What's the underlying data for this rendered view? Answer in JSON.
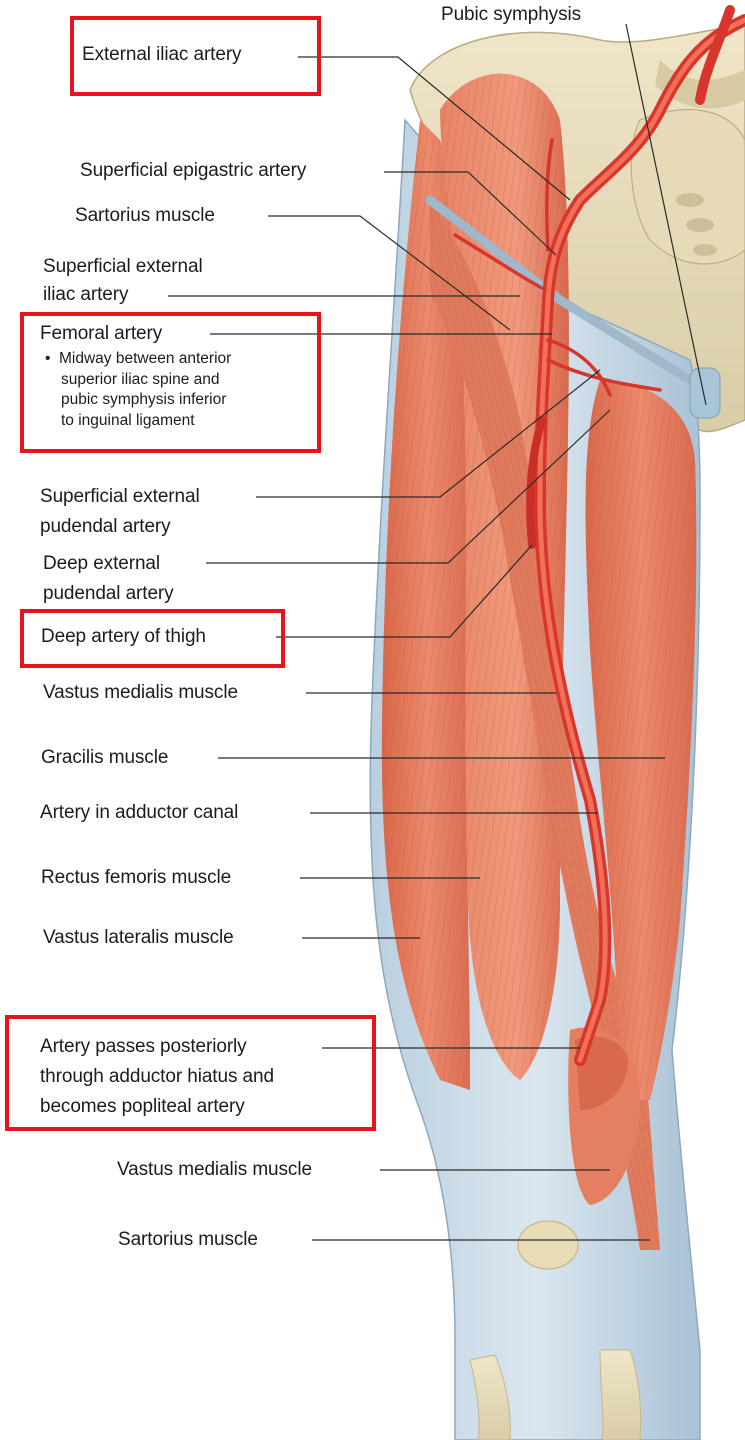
{
  "highlight_color": "#e8141b",
  "labels": {
    "pubic_symphysis": "Pubic symphysis",
    "external_iliac_artery": "External iliac artery",
    "superficial_epigastric_artery": "Superficial epigastric artery",
    "sartorius_muscle_top": "Sartorius muscle",
    "superficial_external_iliac_artery": [
      "Superficial external",
      "iliac artery"
    ],
    "femoral_artery": "Femoral artery",
    "femoral_artery_note": [
      "Midway between anterior",
      "superior iliac spine and",
      "pubic symphysis inferior",
      "to inguinal ligament"
    ],
    "superficial_external_pudendal_artery": [
      "Superficial external",
      "pudendal artery"
    ],
    "deep_external_pudendal_artery": [
      "Deep external",
      "pudendal artery"
    ],
    "deep_artery_of_thigh": "Deep artery of thigh",
    "vastus_medialis_muscle_upper": "Vastus medialis muscle",
    "gracilis_muscle": "Gracilis muscle",
    "artery_in_adductor_canal": "Artery in adductor canal",
    "rectus_femoris_muscle": "Rectus femoris muscle",
    "vastus_lateralis_muscle": "Vastus lateralis muscle",
    "artery_passes_posteriorly": [
      "Artery passes posteriorly",
      "through adductor hiatus and",
      "becomes popliteal artery"
    ],
    "vastus_medialis_muscle_lower": "Vastus medialis muscle",
    "sartorius_muscle_bottom": "Sartorius muscle"
  }
}
